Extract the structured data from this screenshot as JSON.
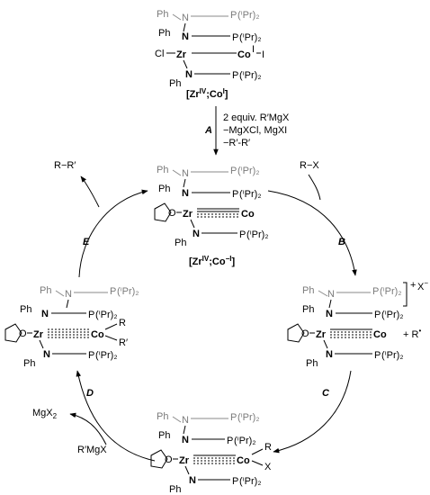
{
  "atoms": {
    "Zr": "Zr",
    "Co": "Co",
    "N": "N",
    "Ph": "Ph",
    "P": "P",
    "iPr2": "(ⁱPr)₂",
    "Cl": "Cl",
    "I": "I",
    "O": "O",
    "R": "R",
    "Rp": "R′",
    "X": "X"
  },
  "complexes": {
    "top": {
      "label": "[Zr",
      "label_sup1": "IV",
      "label_mid": ";Co",
      "label_sup2": "I",
      "label_end": "]",
      "co_ox": "I"
    },
    "center": {
      "label": "[Zr",
      "label_sup1": "IV",
      "label_mid": ";Co",
      "label_sup2": "−I",
      "label_end": "]"
    },
    "right": {
      "charge": "+",
      "counter": "X",
      "counter_sup": "−",
      "radical": "+ R",
      "radical_sup": "•"
    }
  },
  "steps": {
    "A": {
      "label": "A",
      "line1": "2 equiv. R′MgX",
      "line2": "−MgXCl, MgXI",
      "line3": "−R′-R′"
    },
    "B": {
      "label": "B",
      "reagent": "R−X"
    },
    "C": {
      "label": "C"
    },
    "D": {
      "label": "D",
      "reagent": "R′MgX",
      "product": "MgX",
      "product_sub": "2"
    },
    "E": {
      "label": "E",
      "product": "R−R′"
    }
  }
}
